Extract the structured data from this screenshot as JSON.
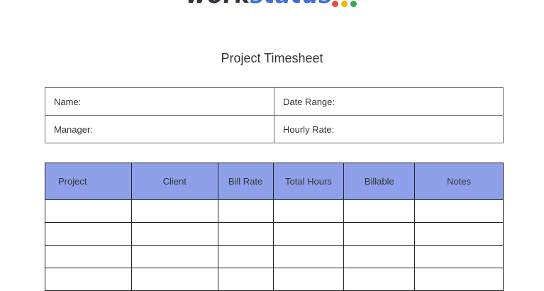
{
  "logo": {
    "part1": "work",
    "part2": "status",
    "dot_colors": [
      "#e94b3c",
      "#f4b400",
      "#34a853"
    ]
  },
  "title": "Project Timesheet",
  "info_fields": {
    "name": "Name:",
    "date_range": "Date Range:",
    "manager": "Manager:",
    "hourly_rate": "Hourly Rate:"
  },
  "table": {
    "headers": [
      "Project",
      "Client",
      "Bill Rate",
      "Total Hours",
      "Billable",
      "Notes"
    ],
    "empty_rows": 4
  },
  "colors": {
    "header_bg": "#8fa0ea",
    "logo_status": "#3f6fd8"
  }
}
